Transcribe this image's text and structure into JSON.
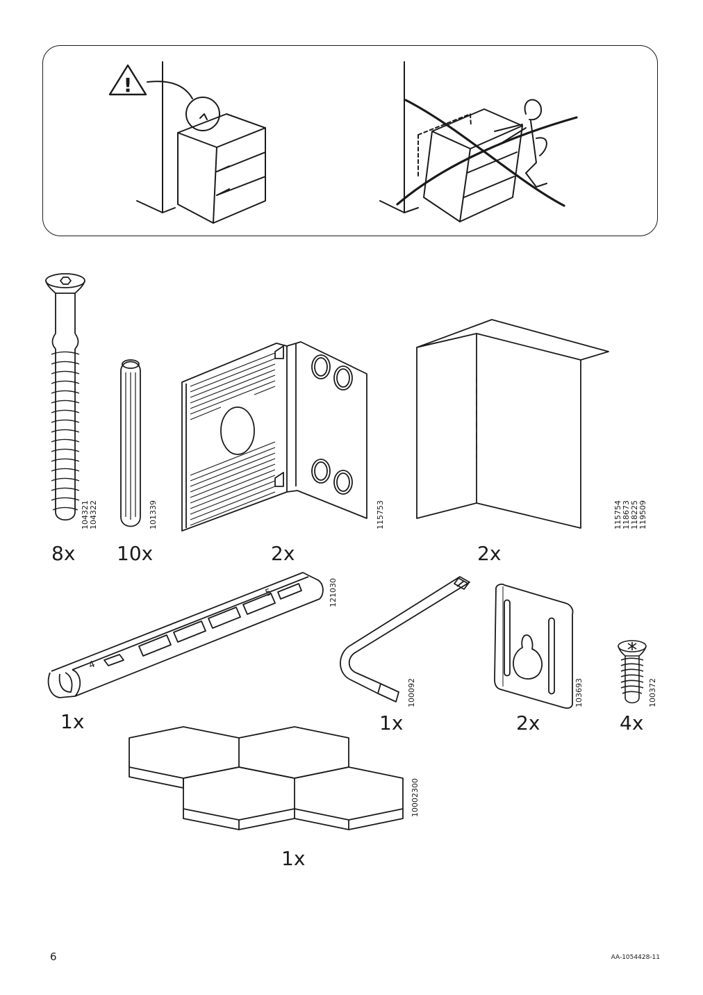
{
  "parts": [
    {
      "quantity": "8x",
      "article_numbers": [
        "104321",
        "104322"
      ],
      "icon": "cam-screw-icon"
    },
    {
      "quantity": "10x",
      "article_numbers": [
        "101339"
      ],
      "icon": "wooden-dowel-icon"
    },
    {
      "quantity": "2x",
      "article_numbers": [
        "115753"
      ],
      "icon": "corner-bracket-icon"
    },
    {
      "quantity": "2x",
      "article_numbers": [
        "115754",
        "118673",
        "118225",
        "119509"
      ],
      "icon": "corner-block-icon"
    },
    {
      "quantity": "1x",
      "article_numbers": [
        "121030"
      ],
      "icon": "drill-guide-rail-icon"
    },
    {
      "quantity": "1x",
      "article_numbers": [
        "100092"
      ],
      "icon": "allen-key-icon"
    },
    {
      "quantity": "2x",
      "article_numbers": [
        "103693"
      ],
      "icon": "keyhole-wall-plate-icon"
    },
    {
      "quantity": "4x",
      "article_numbers": [
        "100372"
      ],
      "icon": "short-screw-icon"
    },
    {
      "quantity": "1x",
      "article_numbers": [
        "10002300"
      ],
      "icon": "hexagon-felt-pads-icon"
    }
  ],
  "footer": {
    "page_number": "6",
    "document_code": "AA-1054428-11"
  }
}
